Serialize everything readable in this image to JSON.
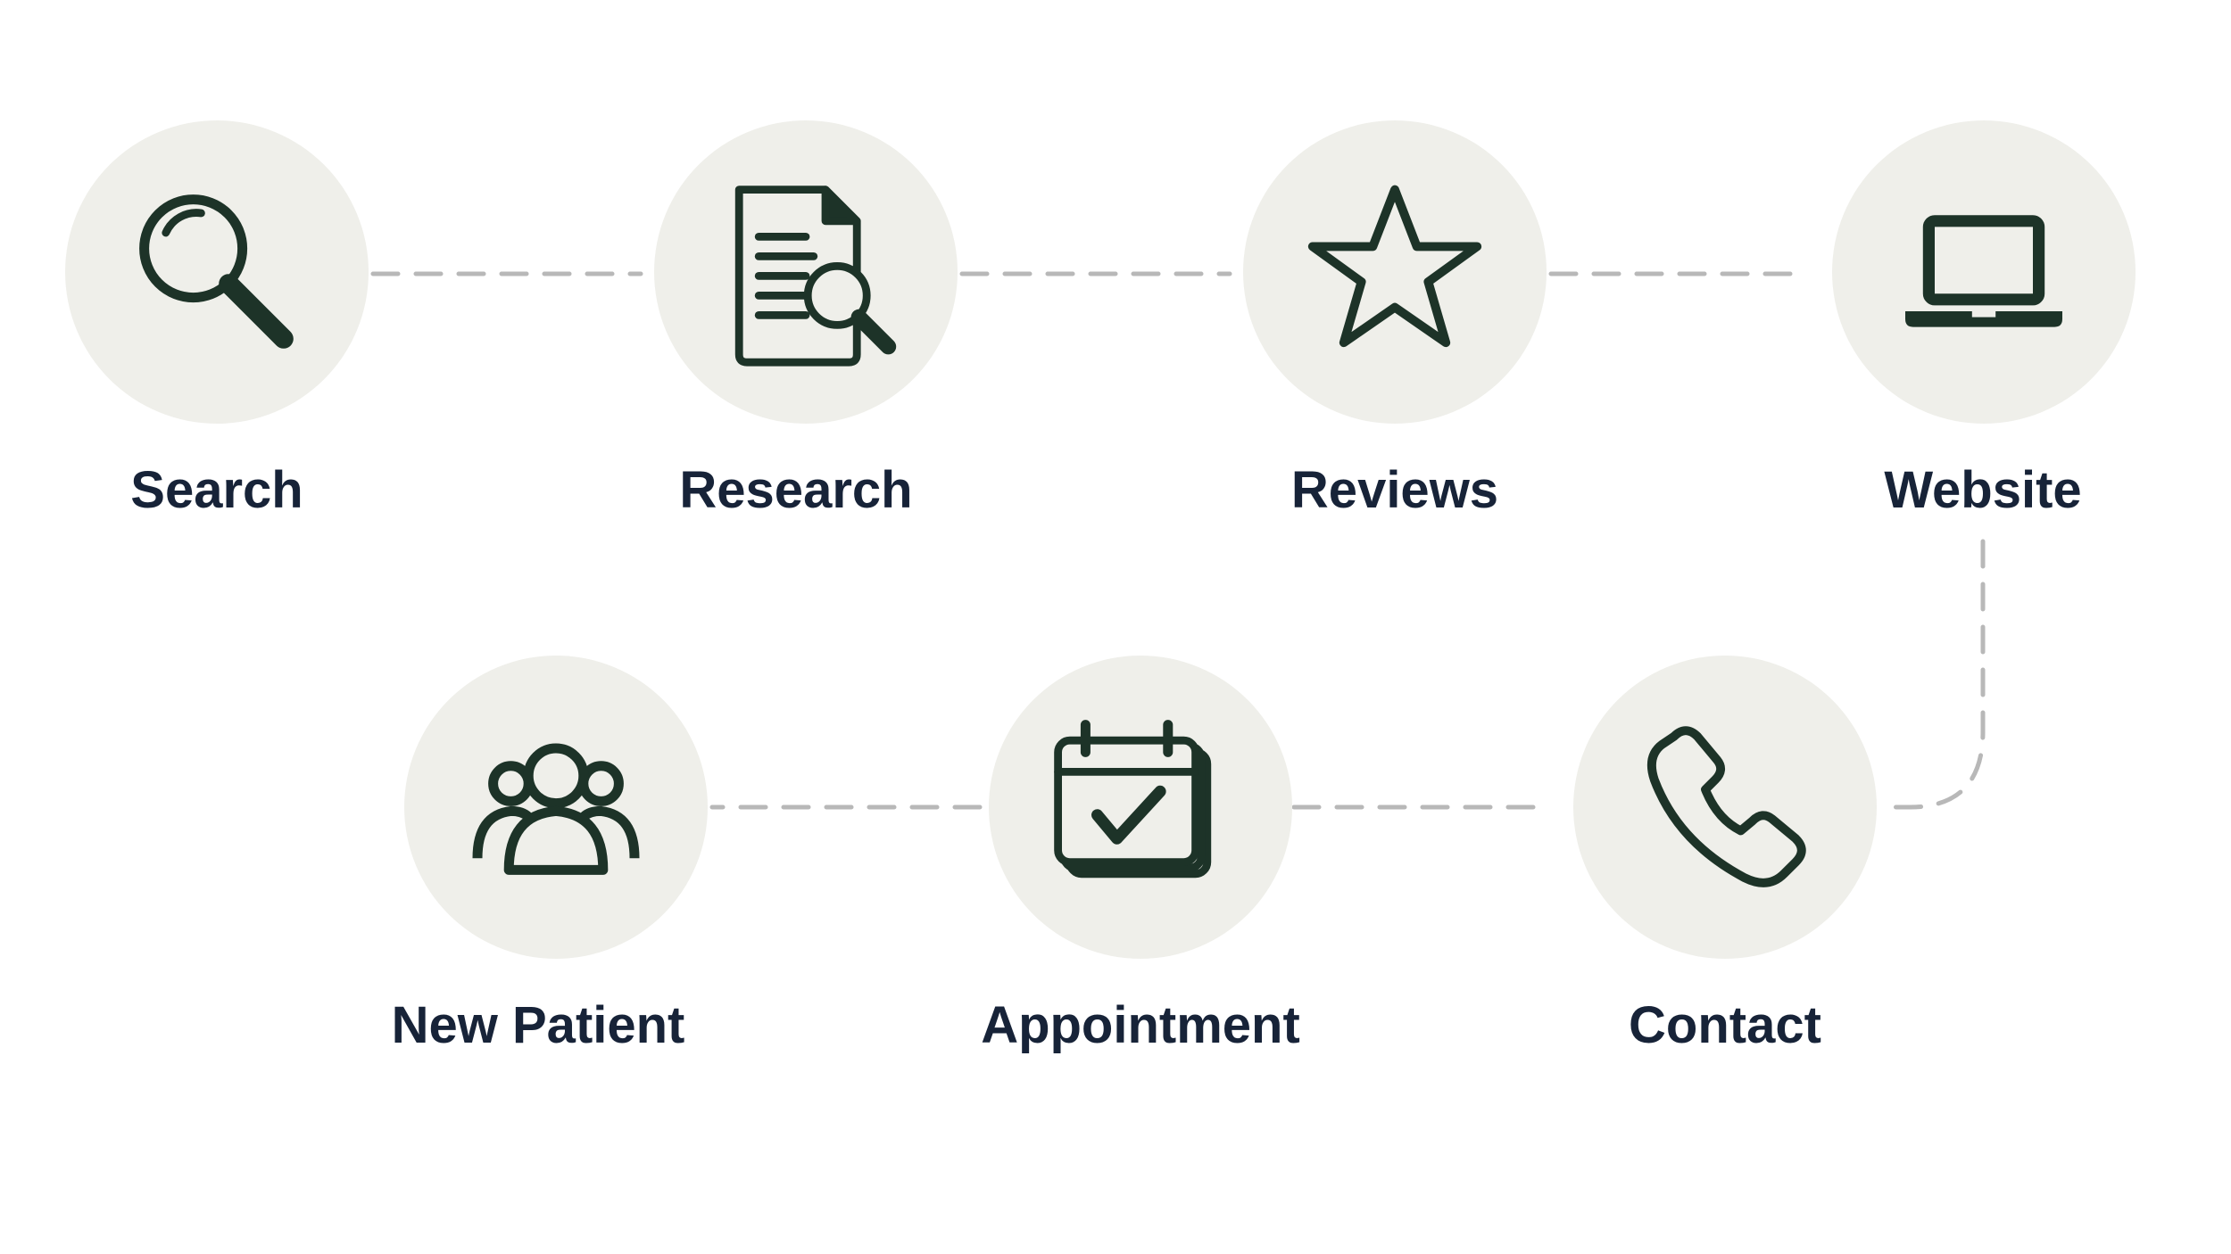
{
  "colors": {
    "circle_fill": "#efefea",
    "icon_stroke": "#1d3328",
    "label_text": "#172338",
    "connector": "#b8b8b8",
    "background": "#ffffff"
  },
  "flow": [
    {
      "id": "search",
      "label": "Search",
      "icon": "magnifier-icon"
    },
    {
      "id": "research",
      "label": "Research",
      "icon": "document-search-icon"
    },
    {
      "id": "reviews",
      "label": "Reviews",
      "icon": "star-icon"
    },
    {
      "id": "website",
      "label": "Website",
      "icon": "laptop-icon"
    },
    {
      "id": "contact",
      "label": "Contact",
      "icon": "phone-icon"
    },
    {
      "id": "appointment",
      "label": "Appointment",
      "icon": "calendar-check-icon"
    },
    {
      "id": "new_patient",
      "label": "New Patient",
      "icon": "group-icon"
    }
  ]
}
